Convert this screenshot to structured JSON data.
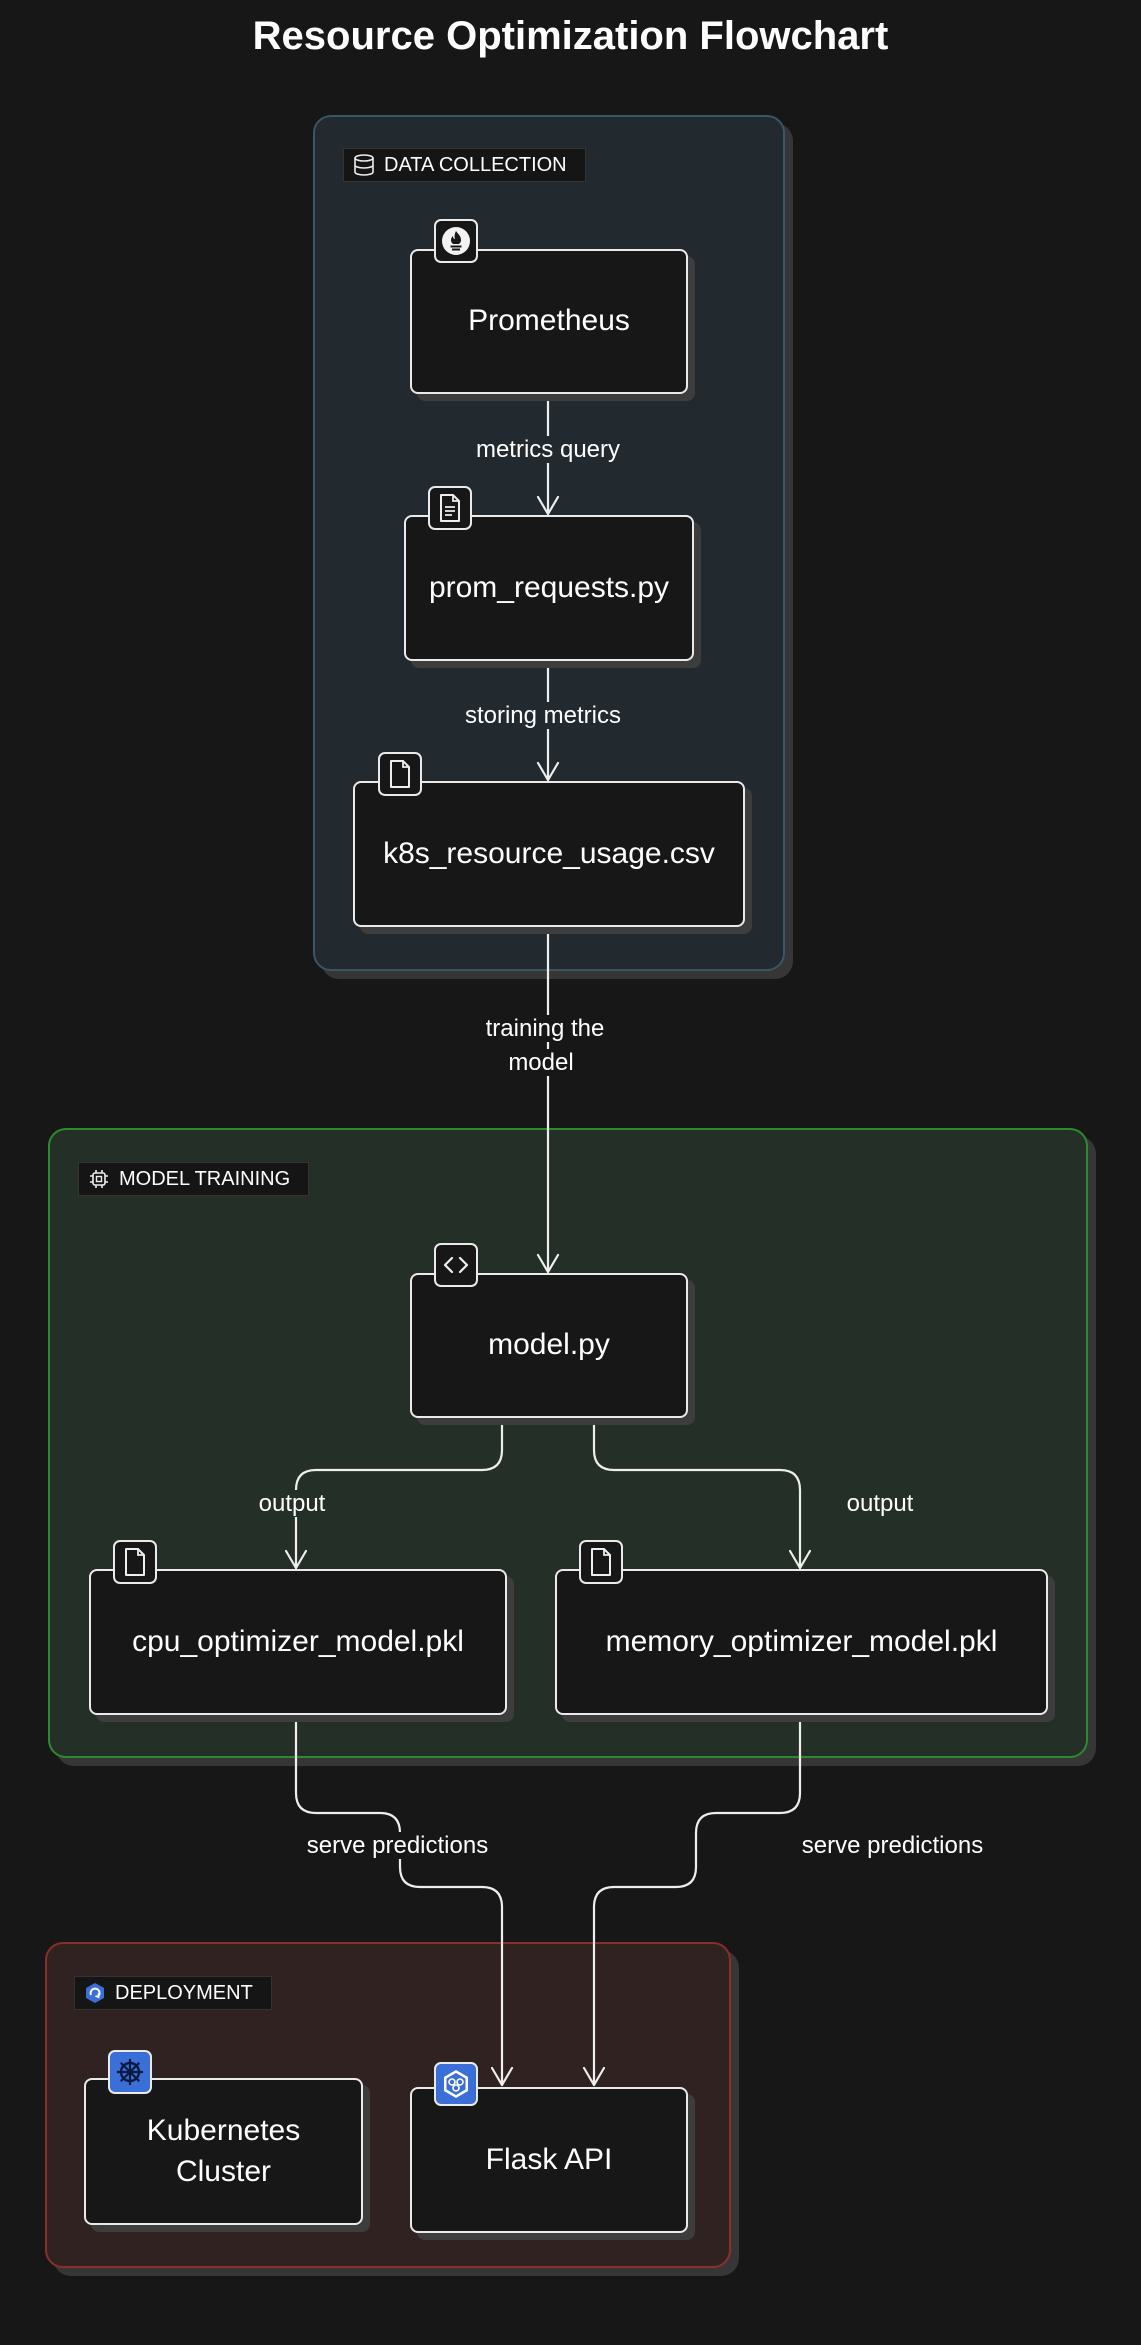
{
  "title": "Resource Optimization Flowchart",
  "groups": {
    "data_collection": "DATA COLLECTION",
    "model_training": "MODEL TRAINING",
    "deployment": "DEPLOYMENT"
  },
  "nodes": {
    "prometheus": "Prometheus",
    "prom_requests": "prom_requests.py",
    "csv": "k8s_resource_usage.csv",
    "model_py": "model.py",
    "cpu_model": "cpu_optimizer_model.pkl",
    "memory_model": "memory_optimizer_model.pkl",
    "kubernetes": "Kubernetes\nCluster",
    "flask": "Flask API"
  },
  "edges": {
    "metrics_query": "metrics query",
    "storing_metrics": "storing metrics",
    "training_the_model": "training the\nmodel",
    "output_cpu": "output",
    "output_memory": "output",
    "serve_cpu": "serve predictions",
    "serve_memory": "serve predictions"
  },
  "icons": {
    "prometheus": "prometheus-flame-icon",
    "prom_requests": "document-lines-icon",
    "csv": "file-icon",
    "model_py": "code-icon",
    "cpu_model": "file-icon",
    "memory_model": "file-icon",
    "kubernetes": "kubernetes-helm-icon",
    "flask": "kubernetes-service-icon",
    "data_collection": "database-icon",
    "model_training": "cpu-chip-icon",
    "deployment": "deployment-icon"
  },
  "colors": {
    "background": "#171717",
    "data_collection_fill": "#222a30",
    "data_collection_border": "#3b5564",
    "model_training_fill": "#242f27",
    "model_training_border": "#2e8a2e",
    "deployment_fill": "#312222",
    "deployment_border": "#8a2f2a",
    "kubernetes_blue": "#3a6fd8"
  }
}
